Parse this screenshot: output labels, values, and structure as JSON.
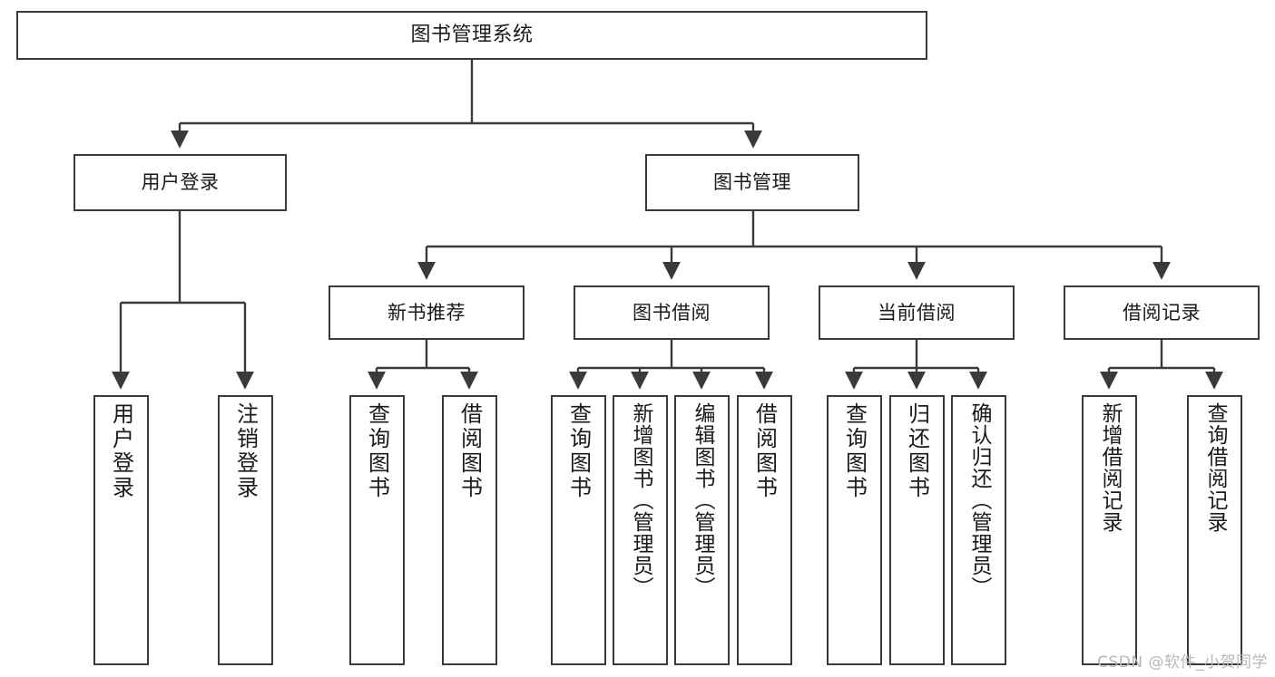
{
  "diagram": {
    "title": "图书管理系统",
    "watermark": "CSDN @软件_小贺同学",
    "stroke_color": "#3a3a3a",
    "background_color": "#ffffff",
    "text_color": "#1a1a1a",
    "nodes": {
      "root": {
        "label": "图书管理系统"
      },
      "level2": [
        {
          "id": "user-login",
          "label": "用户登录"
        },
        {
          "id": "book-management",
          "label": "图书管理"
        }
      ],
      "level3": [
        {
          "id": "new-book-recommend",
          "label": "新书推荐"
        },
        {
          "id": "book-borrow",
          "label": "图书借阅"
        },
        {
          "id": "current-borrow",
          "label": "当前借阅"
        },
        {
          "id": "borrow-record",
          "label": "借阅记录"
        }
      ],
      "leaves": {
        "user_login": [
          {
            "id": "leaf-user-login",
            "label": "用户登录"
          },
          {
            "id": "leaf-logout-login",
            "label": "注销登录"
          }
        ],
        "new_book_recommend": [
          {
            "id": "leaf-query-book-1",
            "label": "查询图书"
          },
          {
            "id": "leaf-borrow-book-1",
            "label": "借阅图书"
          }
        ],
        "book_borrow": [
          {
            "id": "leaf-query-book-2",
            "label": "查询图书"
          },
          {
            "id": "leaf-add-book-admin",
            "label": "新增图书（管理员）"
          },
          {
            "id": "leaf-edit-book-admin",
            "label": "编辑图书（管理员）"
          },
          {
            "id": "leaf-borrow-book-2",
            "label": "借阅图书"
          }
        ],
        "current_borrow": [
          {
            "id": "leaf-query-book-3",
            "label": "查询图书"
          },
          {
            "id": "leaf-return-book",
            "label": "归还图书"
          },
          {
            "id": "leaf-confirm-return-admin",
            "label": "确认归还（管理员）"
          }
        ],
        "borrow_record": [
          {
            "id": "leaf-add-borrow-record",
            "label": "新增借阅记录"
          },
          {
            "id": "leaf-query-borrow-record",
            "label": "查询借阅记录"
          }
        ]
      }
    }
  }
}
